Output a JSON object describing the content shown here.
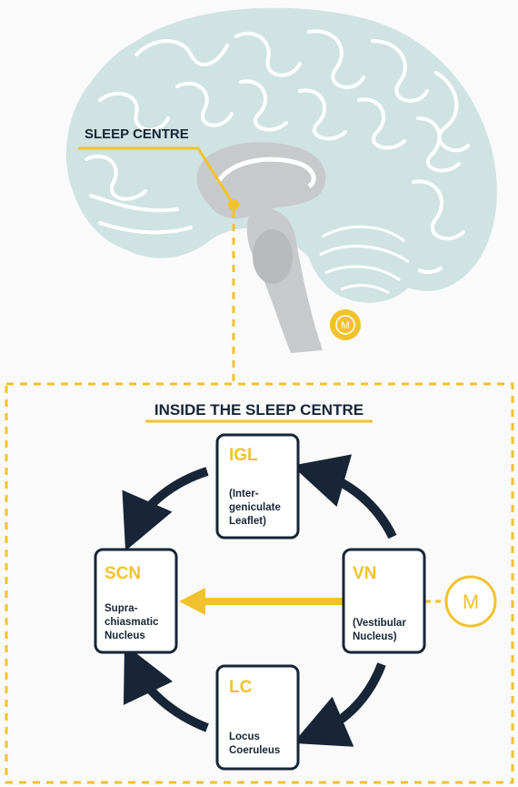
{
  "sleep_centre_label": "SLEEP CENTRE",
  "inner_title": "INSIDE THE SLEEP CENTRE",
  "m_symbol": "M",
  "nodes": {
    "igl": {
      "abbr": "IGL",
      "lines": [
        "(Inter-",
        "geniculate",
        "Leaflet)"
      ]
    },
    "scn": {
      "abbr": "SCN",
      "lines": [
        "Supra-",
        "chiasmatic",
        "Nucleus"
      ]
    },
    "vn": {
      "abbr": "VN",
      "lines": [
        "(Vestibular",
        "Nucleus)"
      ]
    },
    "lc": {
      "abbr": "LC",
      "lines": [
        "Locus",
        "Coeruleus"
      ]
    }
  },
  "colors": {
    "accent": "#f2c22e",
    "navy": "#172536",
    "brain": "#cfe3e2",
    "brain_fold": "#ffffff",
    "stem": "#c7c9ca",
    "stem_dark": "#b7b9bb"
  }
}
